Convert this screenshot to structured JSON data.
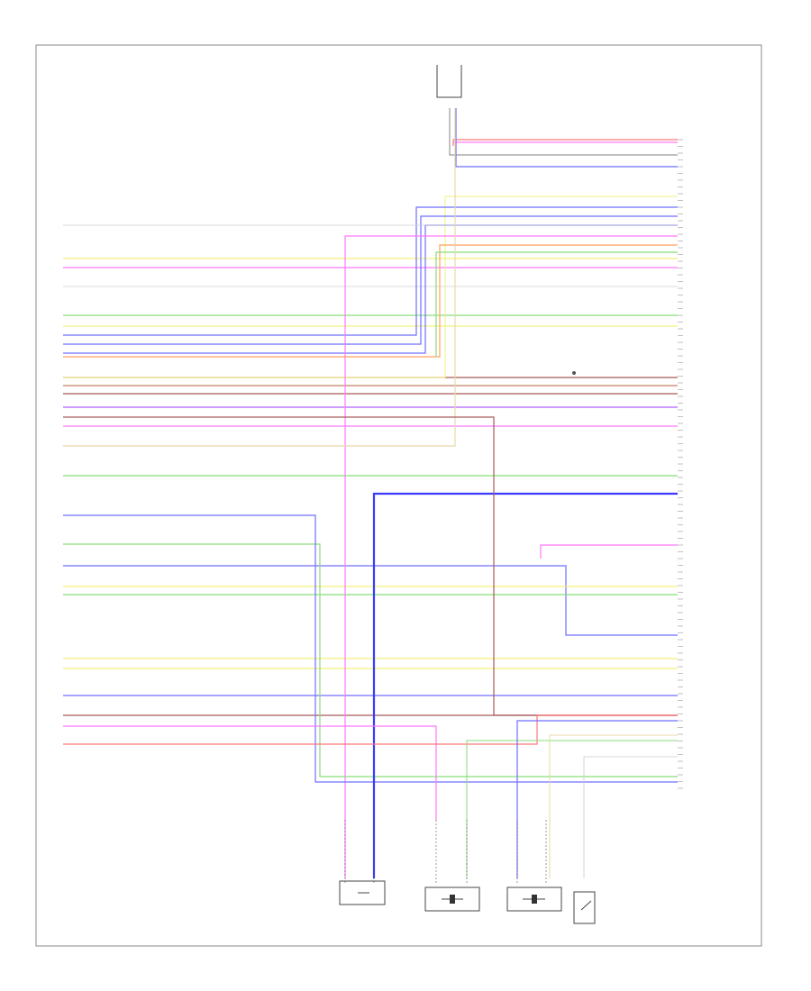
{
  "page_label": "",
  "top_component": {
    "name_lines": [
      "",
      "",
      "",
      ""
    ]
  },
  "pcm": {
    "name_lines": [
      "",
      "",
      "",
      "",
      ""
    ]
  },
  "bottom_components": [
    {
      "id": "b1",
      "name_lines": [
        "",
        "",
        "",
        ""
      ]
    },
    {
      "id": "b2",
      "name_lines": [
        "",
        "",
        ""
      ]
    },
    {
      "id": "b3",
      "name_lines": [
        "",
        "",
        ""
      ]
    },
    {
      "id": "b4",
      "name_lines": [
        "",
        "",
        "",
        ""
      ]
    }
  ],
  "annotations": {
    "splice": "",
    "mid_label": ""
  },
  "wire_colors": {
    "pink": "#ff77ff",
    "red": "#ff7777",
    "orange": "#ffa060",
    "yellow": "#f2f07a",
    "green": "#88dd77",
    "blue": "#6f6fff",
    "dblue": "#3b3bff",
    "violet": "#b060ff",
    "brown": "#c08060",
    "maroon": "#a85a5a",
    "tan": "#e8d8a8",
    "grey": "#9a9a9a",
    "lgrey": "#cccccc",
    "white": "#e2e2e2"
  }
}
